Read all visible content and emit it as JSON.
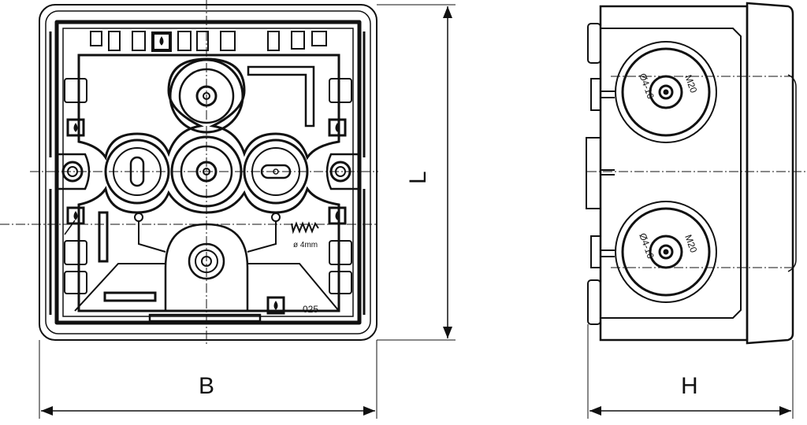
{
  "drawing": {
    "front_view": {
      "dimension_width_label": "B",
      "dimension_length_label": "L",
      "drill_label": "ø 4mm",
      "part_number": "025"
    },
    "side_view": {
      "dimension_height_label": "H",
      "gland_top": {
        "thread": "M20",
        "range": "Ø4-16"
      },
      "gland_bottom": {
        "thread": "M20",
        "range": "Ø4-16"
      }
    }
  },
  "colors": {
    "line": "#111111",
    "background": "#ffffff"
  }
}
